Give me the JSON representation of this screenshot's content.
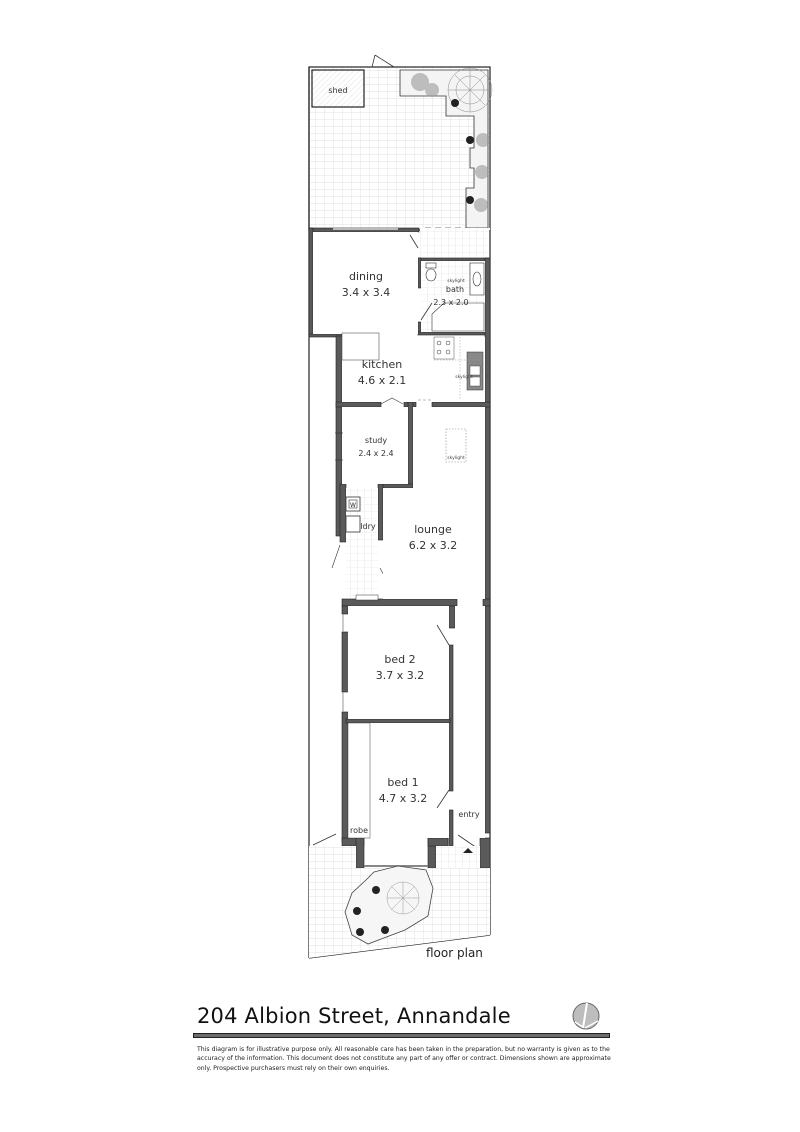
{
  "document": {
    "title": "204 Albion Street, Annandale",
    "plan_caption": "floor plan",
    "disclaimer": "This diagram is for illustrative purpose only. All reasonable care has been taken in the preparation, but no warranty is given as to the accuracy of the information. This document does not constitute any part of any offer or contract. Dimensions shown are approximate only. Prospective purchasers must rely on their own enquiries.",
    "logo_icon": "circle-segments-logo-icon"
  },
  "rooms": {
    "shed": {
      "label": "shed"
    },
    "dining": {
      "label": "dining",
      "dims": "3.4 x 3.4"
    },
    "bath": {
      "label": "bath",
      "dims": "2.3 x 2.0"
    },
    "kitchen": {
      "label": "kitchen",
      "dims": "4.6 x 2.1"
    },
    "study": {
      "label": "study",
      "dims": "2.4 x 2.4"
    },
    "laundry": {
      "label": "ldry"
    },
    "lounge": {
      "label": "lounge",
      "dims": "6.2 x 3.2"
    },
    "bed2": {
      "label": "bed 2",
      "dims": "3.7 x 3.2"
    },
    "bed1": {
      "label": "bed 1",
      "dims": "4.7 x 3.2"
    },
    "robe": {
      "label": "robe"
    },
    "entry": {
      "label": "entry"
    }
  },
  "annotations": {
    "skylight_bath": "skylight",
    "skylight_kitchen": "skylight",
    "skylight_lounge": "skylight"
  },
  "colors": {
    "wall": "#555555",
    "wall_outline": "#222222",
    "paving_grid": "#dcdcdc",
    "text": "#333333"
  }
}
